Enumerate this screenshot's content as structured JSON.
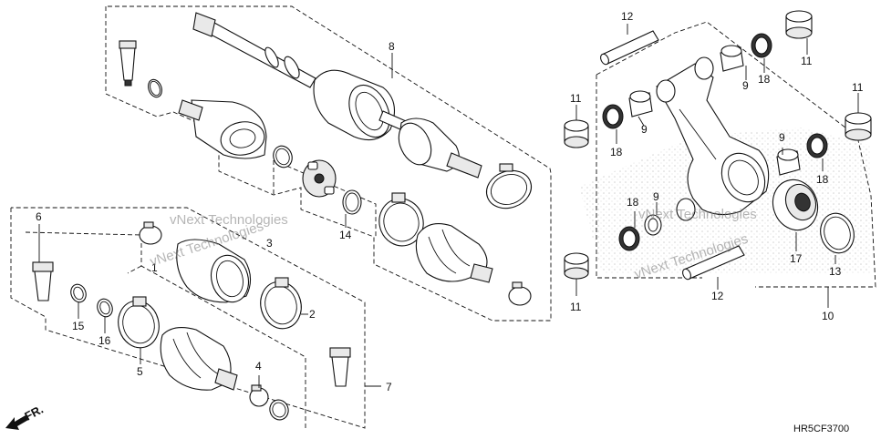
{
  "diagram_code": "HR5CF3700",
  "front_arrow_label": "FR.",
  "watermark_text": "vNext Technologies",
  "callouts": {
    "c1": "1",
    "c2": "2",
    "c3": "3",
    "c4": "4",
    "c5": "5",
    "c6": "6",
    "c7": "7",
    "c8": "8",
    "c9a": "9",
    "c9b": "9",
    "c9c": "9",
    "c9d": "9",
    "c10": "10",
    "c11a": "11",
    "c11b": "11",
    "c11c": "11",
    "c11d": "11",
    "c12a": "12",
    "c12b": "12",
    "c13": "13",
    "c14": "14",
    "c15": "15",
    "c16": "16",
    "c17": "17",
    "c18a": "18",
    "c18b": "18",
    "c18c": "18",
    "c18d": "18"
  }
}
